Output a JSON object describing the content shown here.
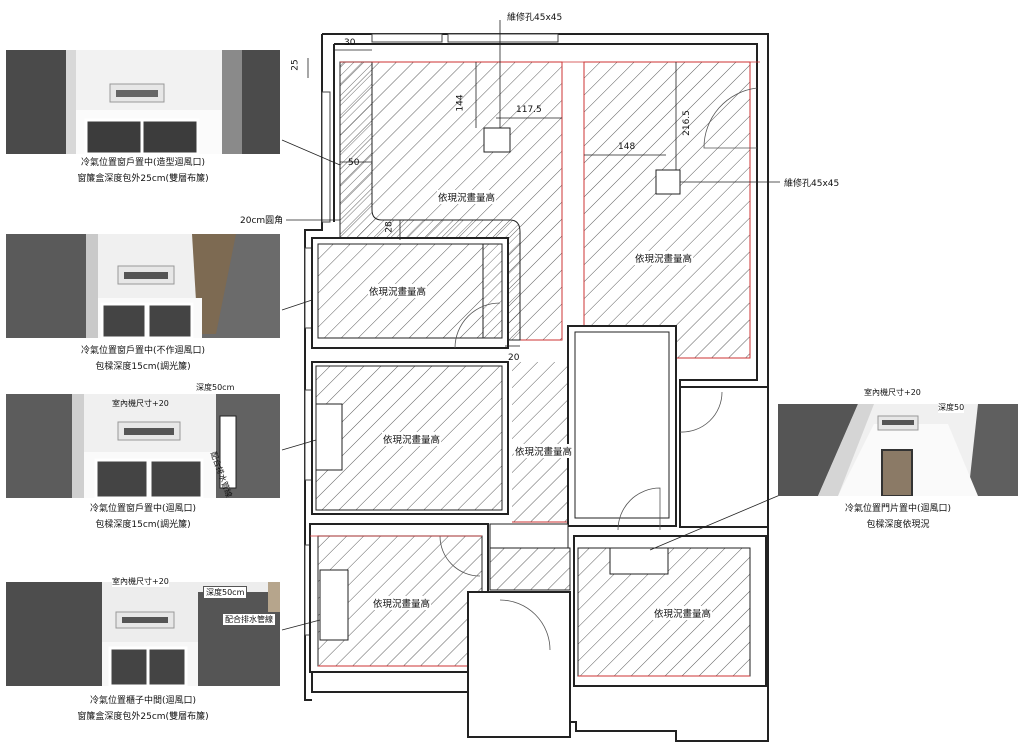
{
  "room_label": "依現況畫量高",
  "dims": {
    "d30": "30",
    "d25": "25",
    "d50": "50",
    "d144": "144",
    "d117": "117.5",
    "d216": "216.5",
    "d148": "148",
    "d28": "28",
    "d20": "20"
  },
  "callouts": {
    "maint_hole_top": "維修孔45x45",
    "maint_hole_right": "維修孔45x45",
    "round_corner": "20cm圓角"
  },
  "thumbs": [
    {
      "cap1": "冷氣位置窗戶置中(造型迴風口)",
      "cap2": "窗簾盒深度包外25cm(雙層布簾)"
    },
    {
      "cap1": "冷氣位置窗戶置中(不作迴風口)",
      "cap2": "包樑深度15cm(調光簾)"
    },
    {
      "cap1": "冷氣位置窗戶置中(迴風口)",
      "cap2": "包樑深度15cm(調光簾)",
      "tag_size": "室內機尺寸+20",
      "tag_depth": "深度50cm",
      "tag_pipe": "配合排水管線"
    },
    {
      "cap1": "冷氣位置櫃子中間(迴風口)",
      "cap2": "窗簾盒深度包外25cm(雙層布簾)",
      "tag_size": "室內機尺寸+20",
      "tag_depth": "深度50cm",
      "tag_pipe": "配合排水管線"
    },
    {
      "cap1": "冷氣位置門片置中(迴風口)",
      "cap2": "包樑深度依現況",
      "tag_size": "室內機尺寸+20",
      "tag_depth": "深度50"
    }
  ]
}
